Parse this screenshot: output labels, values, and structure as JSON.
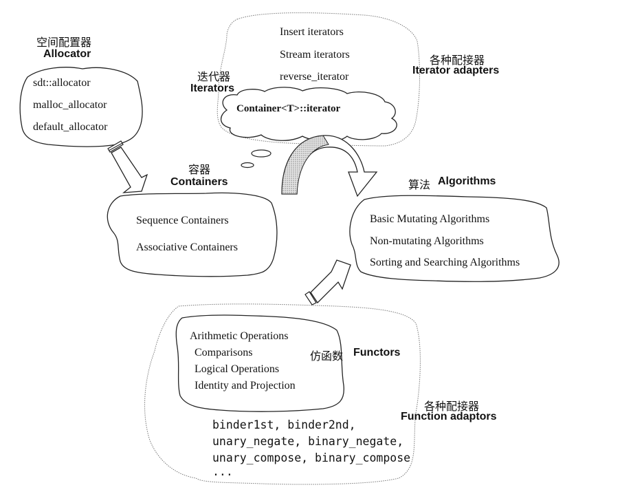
{
  "allocator": {
    "title_cn": "空间配置器",
    "title_en": "Allocator",
    "items": [
      "sdt::allocator",
      "malloc_allocator",
      "default_allocator"
    ]
  },
  "iterators": {
    "title_cn": "迭代器",
    "title_en": "Iterators",
    "core": "Container<T>::iterator"
  },
  "iterator_adapters": {
    "title_cn": "各种配接器",
    "title_en": "Iterator adapters",
    "items": [
      "Insert iterators",
      "Stream iterators",
      "reverse_iterator"
    ]
  },
  "containers": {
    "title_cn": "容器",
    "title_en": "Containers",
    "items": [
      "Sequence Containers",
      "Associative Containers"
    ]
  },
  "algorithms": {
    "title_cn": "算法",
    "title_en": "Algorithms",
    "items": [
      "Basic Mutating Algorithms",
      "Non-mutating Algorithms",
      "Sorting and Searching Algorithms"
    ]
  },
  "functors": {
    "title_cn": "仿函数",
    "title_en": "Functors",
    "items": [
      "Arithmetic Operations",
      "Comparisons",
      "Logical Operations",
      "Identity and Projection"
    ]
  },
  "function_adaptors": {
    "title_cn": "各种配接器",
    "title_en": "Function adaptors",
    "items": [
      "binder1st, binder2nd,",
      "unary_negate, binary_negate,",
      "unary_compose, binary_compose",
      "..."
    ]
  }
}
